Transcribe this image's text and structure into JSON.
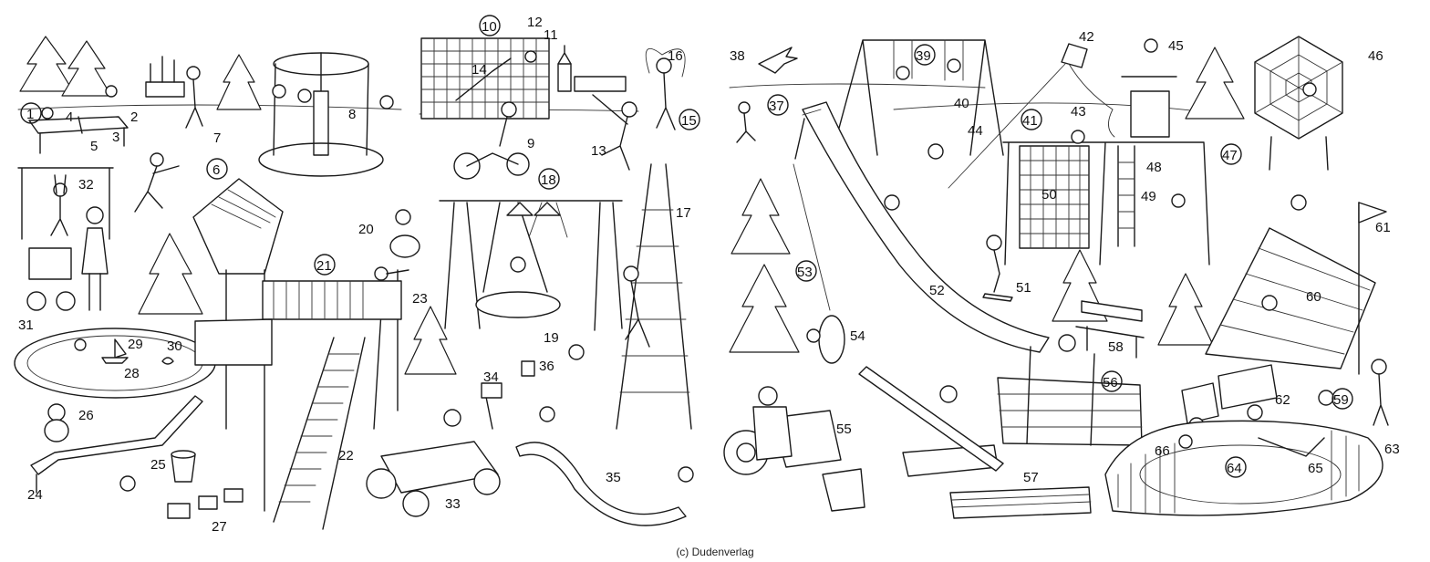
{
  "credit": "(c) Dudenverlag",
  "labels": {
    "n1": "1",
    "n2": "2",
    "n3": "3",
    "n4": "4",
    "n5": "5",
    "n6": "6",
    "n7": "7",
    "n8": "8",
    "n9": "9",
    "n10": "10",
    "n11": "11",
    "n12": "12",
    "n13": "13",
    "n14": "14",
    "n15": "15",
    "n16": "16",
    "n17": "17",
    "n18": "18",
    "n19": "19",
    "n20": "20",
    "n21": "21",
    "n22": "22",
    "n23": "23",
    "n24": "24",
    "n25": "25",
    "n26": "26",
    "n27": "27",
    "n28": "28",
    "n29": "29",
    "n30": "30",
    "n31": "31",
    "n32": "32",
    "n33": "33",
    "n34": "34",
    "n35": "35",
    "n36": "36",
    "n37": "37",
    "n38": "38",
    "n39": "39",
    "n40": "40",
    "n41": "41",
    "n42": "42",
    "n43": "43",
    "n44": "44",
    "n45": "45",
    "n46": "46",
    "n47": "47",
    "n48": "48",
    "n49": "49",
    "n50": "50",
    "n51": "51",
    "n52": "52",
    "n53": "53",
    "n54": "54",
    "n55": "55",
    "n56": "56",
    "n57": "57",
    "n58": "58",
    "n59": "59",
    "n60": "60",
    "n61": "61",
    "n62": "62",
    "n63": "63",
    "n64": "64",
    "n65": "65",
    "n66": "66"
  }
}
